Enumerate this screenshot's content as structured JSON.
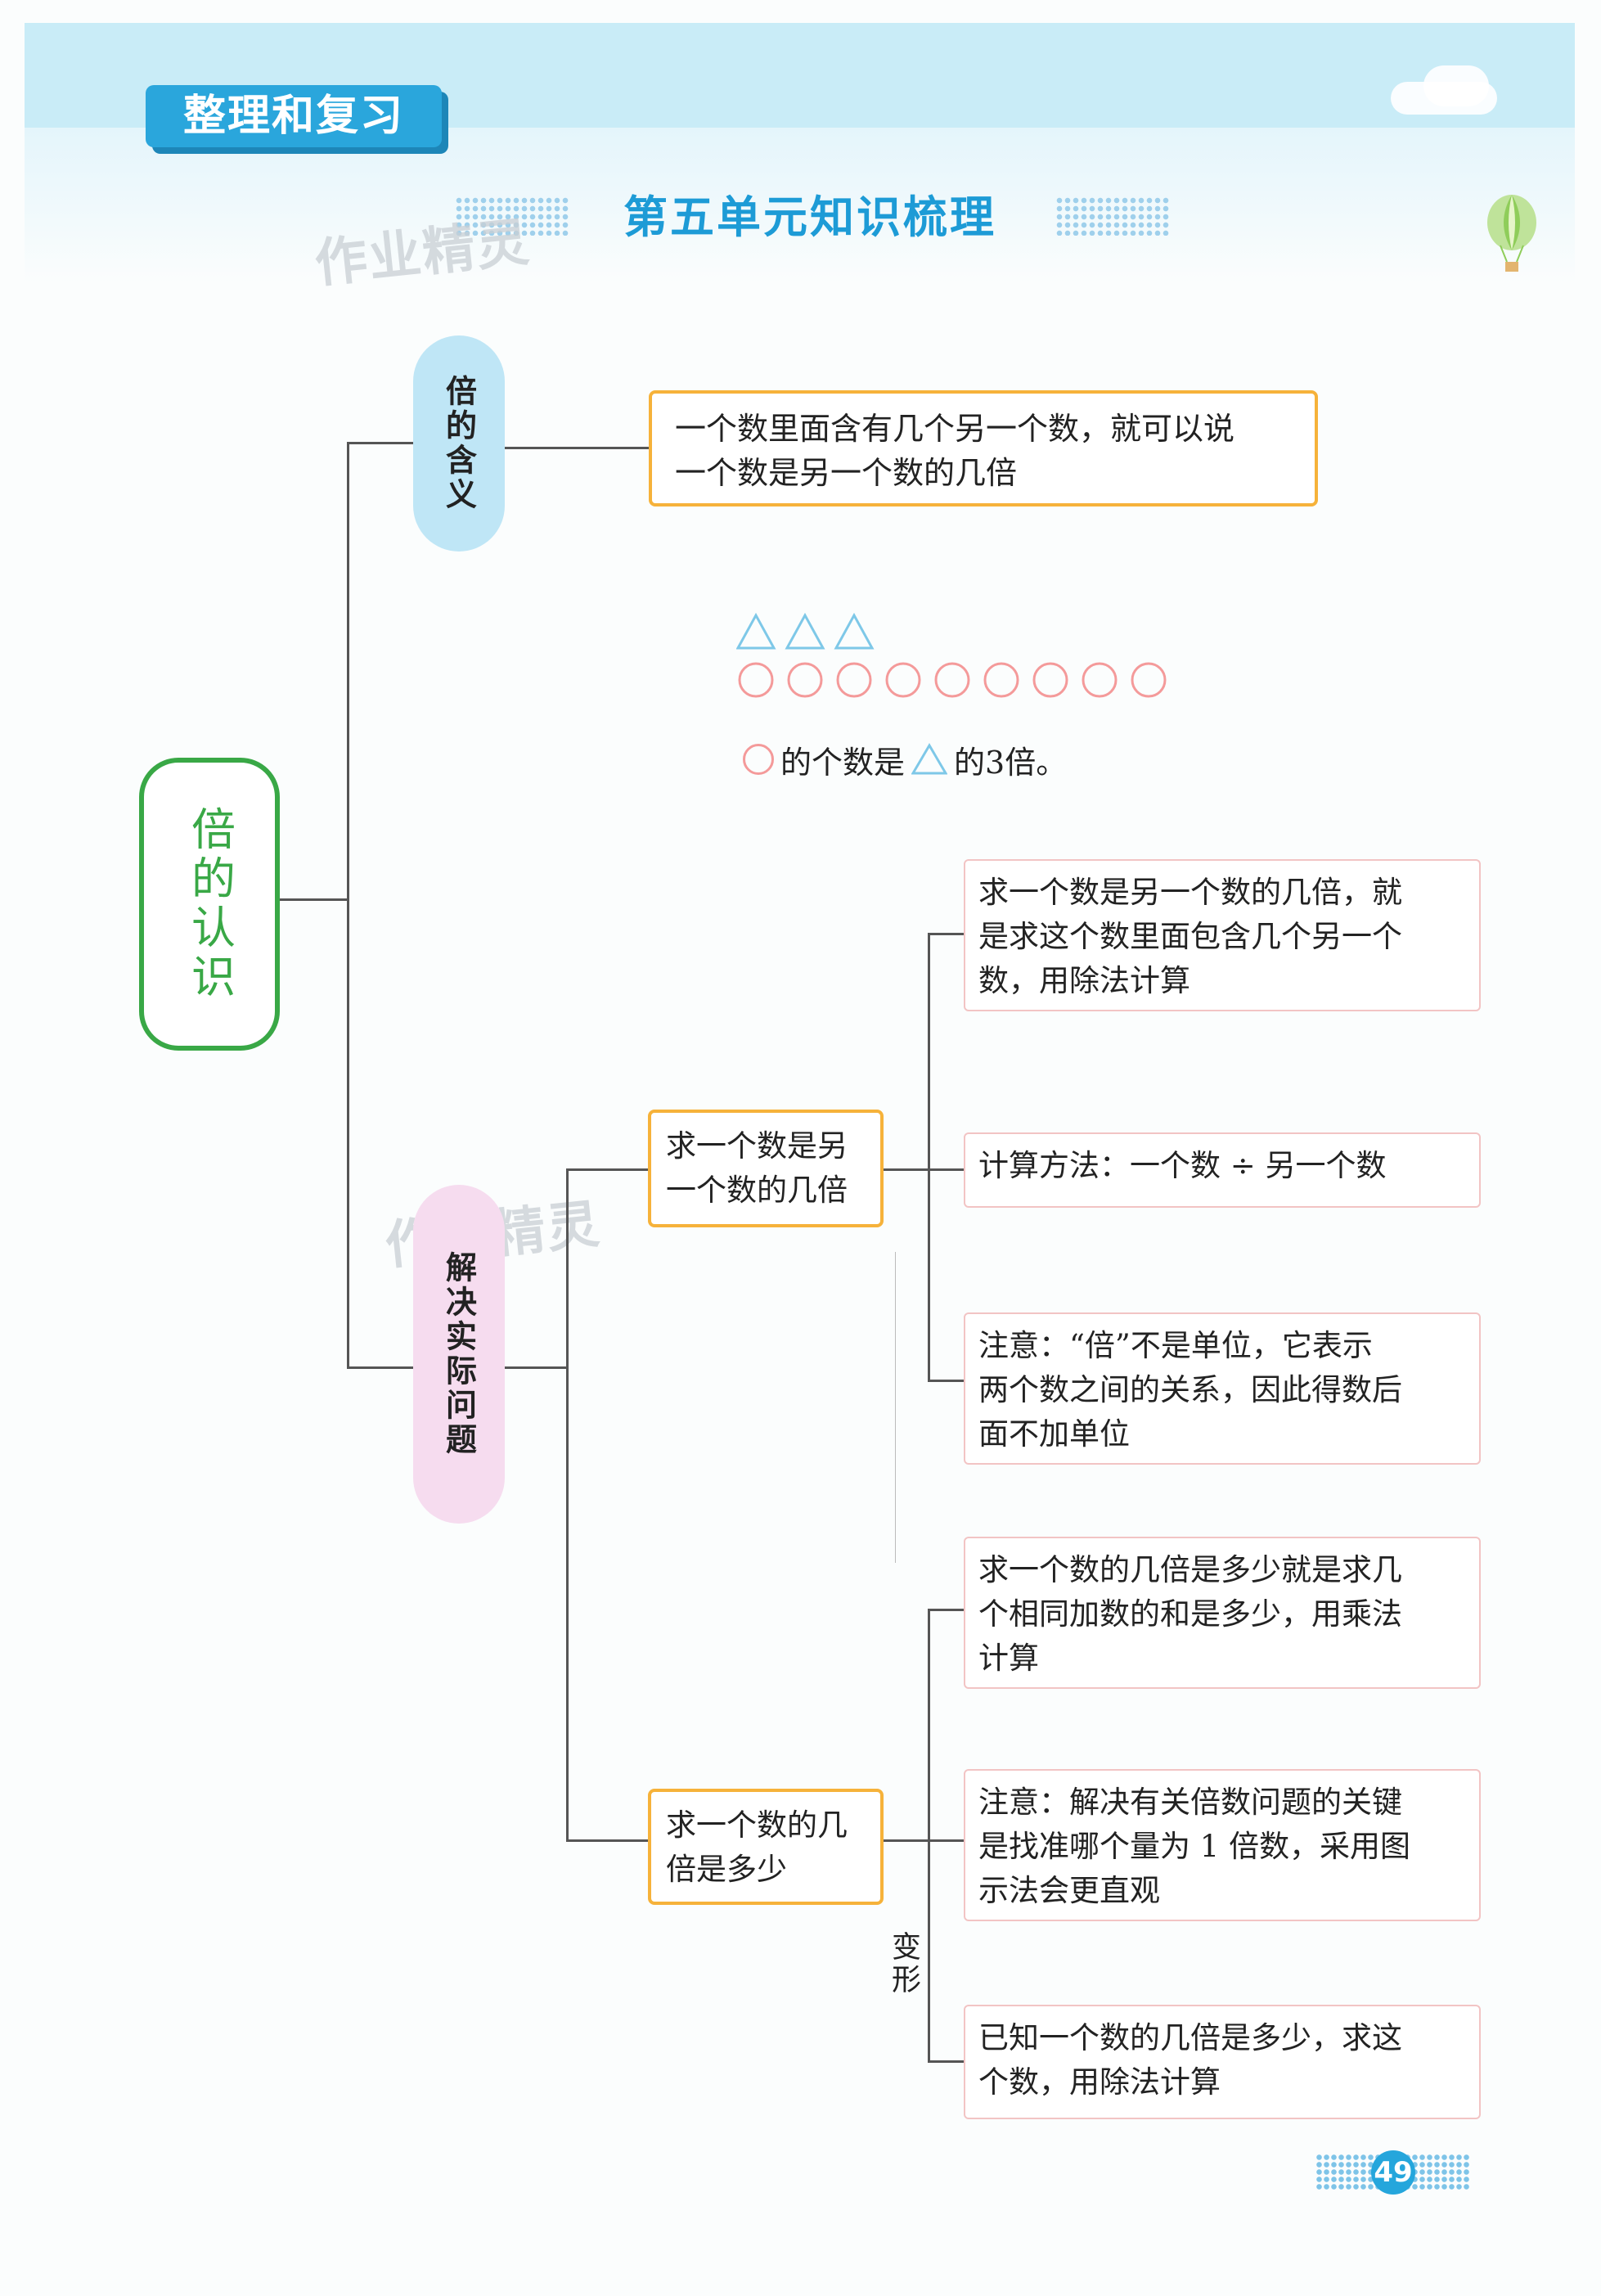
{
  "header": {
    "section_tag": "整理和复习",
    "chapter_title": "第五单元知识梳理"
  },
  "watermarks": [
    "作业精灵",
    "作业精灵"
  ],
  "mindmap": {
    "root": "倍的认识",
    "branch_meaning": {
      "label": "倍的含义",
      "definition": [
        "一个数里面含有几个另一个数，就可以说",
        "一个数是另一个数的几倍"
      ]
    },
    "illustration": {
      "triangles": 3,
      "circles": 9,
      "caption_part1": "的个数是",
      "caption_part2": "的3倍。"
    },
    "branch_problems": {
      "label": "解决实际问题",
      "sub1": {
        "label": [
          "求一个数是另",
          "一个数的几倍"
        ],
        "notes": [
          [
            "求一个数是另一个数的几倍，就",
            "是求这个数里面包含几个另一个",
            "数，用除法计算"
          ],
          [
            "计算方法：一个数 ÷ 另一个数"
          ],
          [
            "注意：“倍”不是单位，它表示",
            "两个数之间的关系，因此得数后",
            "面不加单位"
          ]
        ]
      },
      "sub2": {
        "label": [
          "求一个数的几",
          "倍是多少"
        ],
        "notes": [
          [
            "求一个数的几倍是多少就是求几",
            "个相同加数的和是多少，用乘法",
            "计算"
          ],
          [
            "注意：解决有关倍数问题的关键",
            "是找准哪个量为 1 倍数，采用图",
            "示法会更直观"
          ],
          [
            "已知一个数的几倍是多少，求这",
            "个数，用除法计算"
          ]
        ],
        "transform_label": "变形"
      }
    }
  },
  "footer": {
    "page_number": "49"
  },
  "colors": {
    "band": "#c9ecf7",
    "tag": "#2aa6dc",
    "title": "#1d9bd6",
    "root_green": "#39a846",
    "orange_border": "#f6b23a",
    "pink_border": "#f2c4c4",
    "circle": "#f49a9a",
    "triangle": "#7ec8e8"
  }
}
